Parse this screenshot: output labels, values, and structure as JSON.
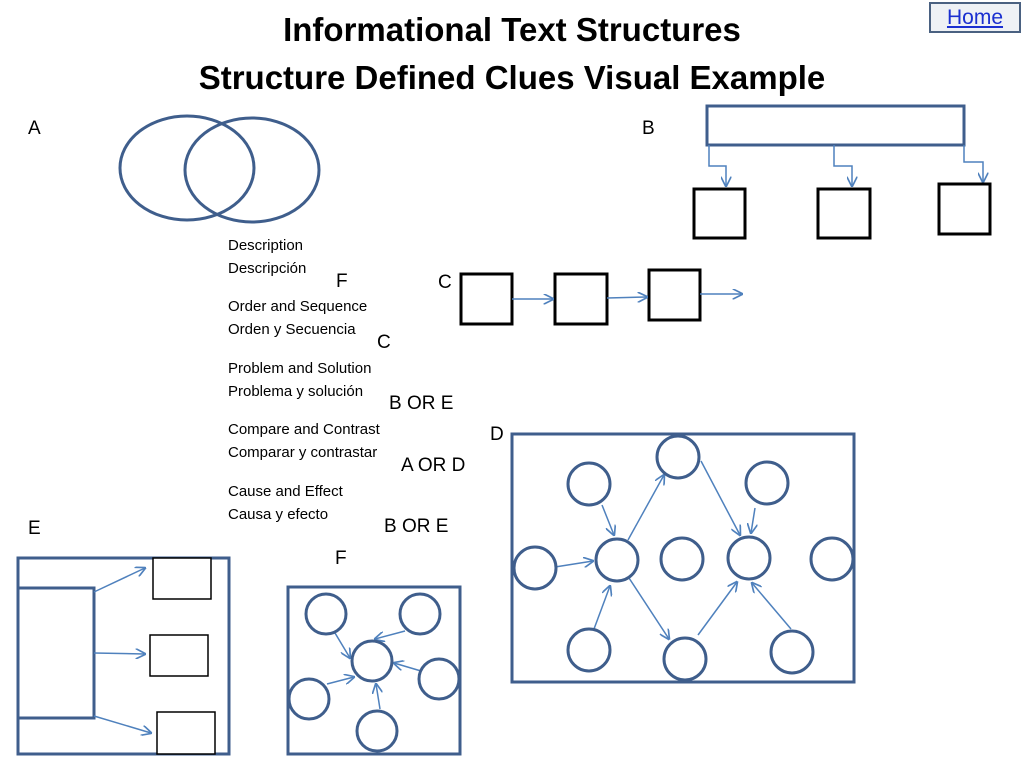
{
  "header": {
    "title": "Informational Text Structures",
    "subtitle": "Structure  Defined  Clues  Visual  Example",
    "home_link": "Home"
  },
  "structures": [
    {
      "en": "Description",
      "es": "Descripción",
      "answer": "F"
    },
    {
      "en": "Order and Sequence",
      "es": "Orden y Secuencia",
      "answer": "C"
    },
    {
      "en": "Problem and Solution",
      "es": "Problema y solución",
      "answer": "B OR E"
    },
    {
      "en": "Compare and Contrast",
      "es": "Comparar y contrastar",
      "answer": "A OR D"
    },
    {
      "en": "Cause and Effect",
      "es": "Causa y efecto",
      "answer": "B OR E"
    }
  ],
  "visual_labels": {
    "a": "A",
    "b": "B",
    "c": "C",
    "d": "D",
    "e": "E",
    "f": "F"
  },
  "colors": {
    "outline": "#3f5e8c",
    "arrow": "#4f81bd",
    "box": "#000000",
    "home_link": "#1a2fd0"
  }
}
